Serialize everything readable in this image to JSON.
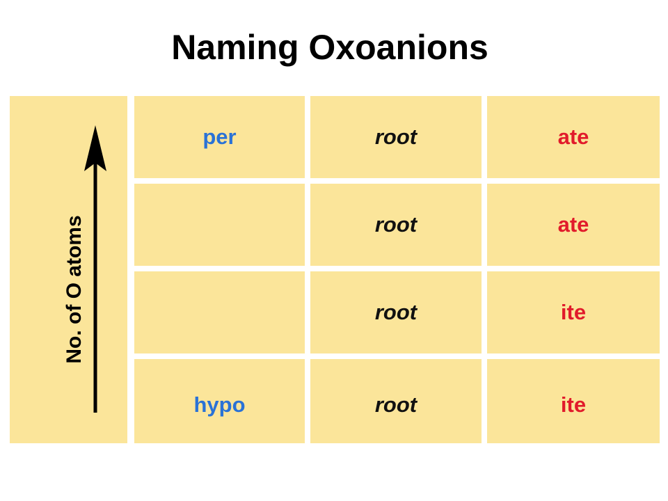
{
  "title": "Naming Oxoanions",
  "axis_label": "No. of O atoms",
  "colors": {
    "cell_fill": "#fbe59a",
    "prefix": "#2a72d6",
    "root": "#111111",
    "suffix": "#e11b2b",
    "arrow": "#000000"
  },
  "rows": [
    {
      "prefix": "per",
      "root": "root",
      "suffix": "ate"
    },
    {
      "prefix": "",
      "root": "root",
      "suffix": "ate"
    },
    {
      "prefix": "",
      "root": "root",
      "suffix": "ite"
    },
    {
      "prefix": "hypo",
      "root": "root",
      "suffix": "ite"
    }
  ]
}
